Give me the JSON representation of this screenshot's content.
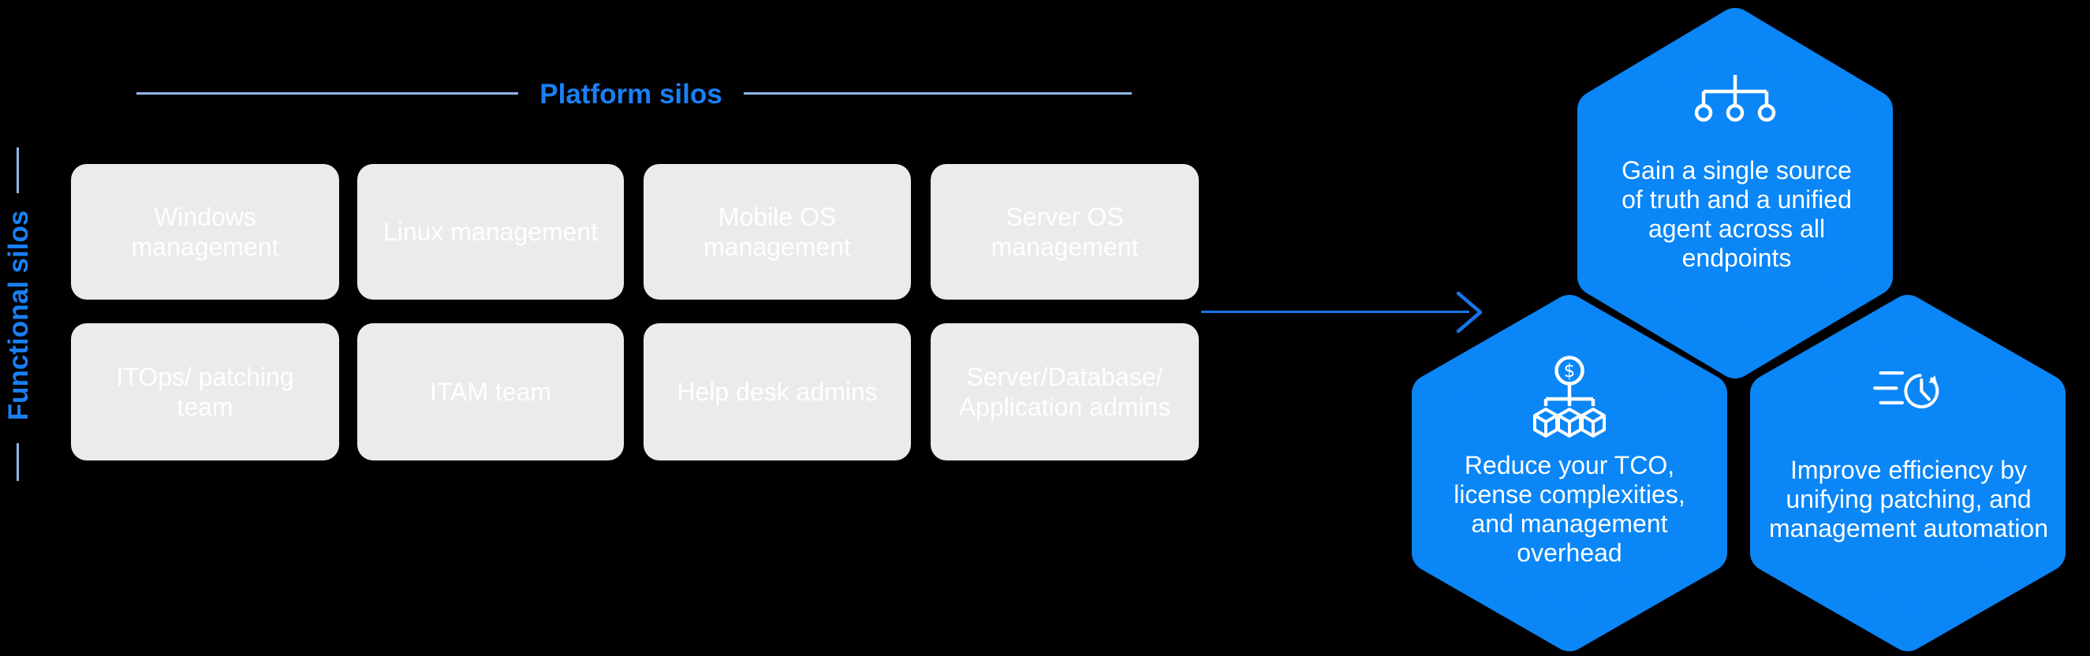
{
  "page": {
    "background": "#000000"
  },
  "colors": {
    "hexagon_blue": "#0a86f7",
    "title_blue": "#1a80f5",
    "divider_line_blue": "#8cb6e9",
    "arrow_blue": "#1575e9",
    "box_gray": "#ebebeb",
    "box_text": "#ffffff",
    "hex_text": "#ffffff"
  },
  "functional_silos": {
    "label": "Functional silos"
  },
  "platform_silos": {
    "label": "Platform silos"
  },
  "grid": {
    "rows": [
      {
        "cells": [
          "Windows\nmanagement",
          "Linux management",
          "Mobile OS\nmanagement",
          "Server OS\nmanagement"
        ]
      },
      {
        "cells": [
          "ITOps/ patching\nteam",
          "ITAM team",
          "Help desk admins",
          "Server/Database/\nApplication admins"
        ]
      }
    ]
  },
  "arrow": {
    "icon": "right-arrow-icon"
  },
  "benefits": [
    {
      "icon": "sitemap-icon",
      "text": "Gain a single source\nof truth and a unified\nagent across all\nendpoints"
    },
    {
      "icon": "dollar-cubes-icon",
      "currency_symbol": "$",
      "text": "Reduce your TCO,\nlicense complexities,\nand management\noverhead"
    },
    {
      "icon": "speed-clock-icon",
      "text": "Improve efficiency by\nunifying patching, and\nmanagement automation"
    }
  ]
}
